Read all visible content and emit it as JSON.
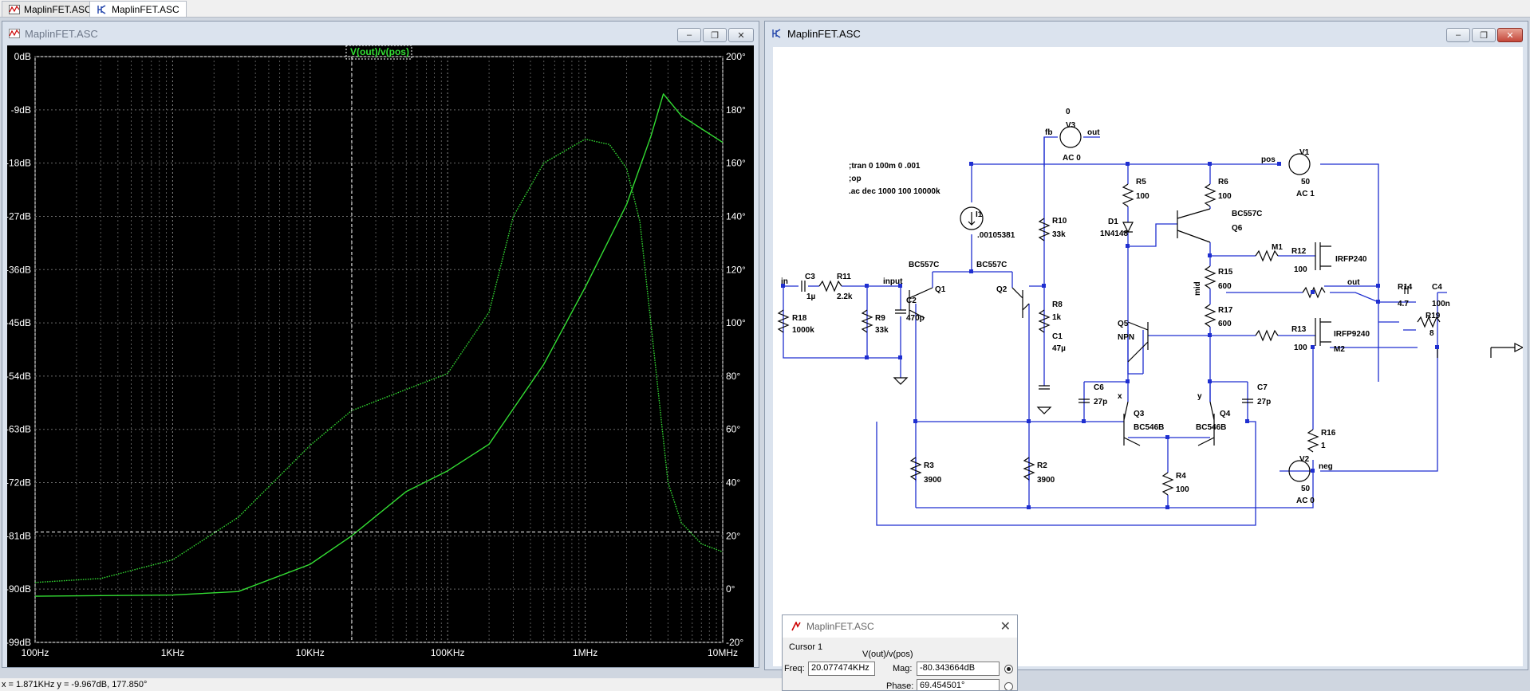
{
  "tabs": [
    {
      "label": "MaplinFET.ASC",
      "icon": "waveform-icon",
      "active": false
    },
    {
      "label": "MaplinFET.ASC",
      "icon": "schematic-icon",
      "active": true
    }
  ],
  "waveform_window": {
    "title": "MaplinFET.ASC"
  },
  "schematic_window": {
    "title": "MaplinFET.ASC"
  },
  "window_buttons": {
    "minimize": "–",
    "restore": "❐",
    "close": "✕"
  },
  "chart_data": {
    "type": "line",
    "trace_label": "V(out)/v(pos)",
    "x_scale": "log",
    "xlim": [
      100,
      10000000
    ],
    "x_ticks": [
      {
        "value": 100,
        "label": "100Hz"
      },
      {
        "value": 1000,
        "label": "1KHz"
      },
      {
        "value": 10000,
        "label": "10KHz"
      },
      {
        "value": 100000,
        "label": "100KHz"
      },
      {
        "value": 1000000,
        "label": "1MHz"
      },
      {
        "value": 10000000,
        "label": "10MHz"
      }
    ],
    "left_axis": {
      "unit": "dB",
      "ylim": [
        -99,
        0
      ],
      "ticks": [
        "0dB",
        "-9dB",
        "-18dB",
        "-27dB",
        "-36dB",
        "-45dB",
        "-54dB",
        "-63dB",
        "-72dB",
        "-81dB",
        "-90dB",
        "-99dB"
      ]
    },
    "right_axis": {
      "unit": "°",
      "ylim": [
        -20,
        200
      ],
      "ticks": [
        "200°",
        "180°",
        "160°",
        "140°",
        "120°",
        "100°",
        "80°",
        "60°",
        "40°",
        "20°",
        "0°",
        "-20°"
      ]
    },
    "series": [
      {
        "name": "magnitude",
        "color": "#33dd33",
        "dashed": false,
        "x": [
          100,
          300,
          1000,
          3000,
          10000,
          20000,
          50000,
          100000,
          200000,
          500000,
          1000000,
          2000000,
          3000000,
          3700000,
          5000000,
          10000000
        ],
        "y": [
          -91.2,
          -91.1,
          -91.0,
          -90.4,
          -85.8,
          -81.0,
          -73.5,
          -70.0,
          -65.5,
          -52.0,
          -39.0,
          -25.0,
          -13.5,
          -6.3,
          -10.0,
          -14.5
        ]
      },
      {
        "name": "phase",
        "color": "#33dd33",
        "dashed": true,
        "x": [
          100,
          300,
          1000,
          3000,
          10000,
          20000,
          50000,
          100000,
          200000,
          300000,
          500000,
          1000000,
          1500000,
          2000000,
          2500000,
          3000000,
          4000000,
          5000000,
          7000000,
          10000000
        ],
        "y": [
          2.5,
          4,
          11,
          27,
          54,
          67,
          75,
          81,
          104,
          140,
          160,
          169,
          167,
          158,
          138,
          100,
          40,
          25,
          17,
          14
        ]
      }
    ],
    "cursor": {
      "x": 20077,
      "y_db": -80.34
    }
  },
  "cursor_dialog": {
    "title": "MaplinFET.ASC",
    "cursor_label": "Cursor 1",
    "trace": "V(out)/v(pos)",
    "freq_label": "Freq:",
    "freq_value": "20.077474KHz",
    "mag_label": "Mag:",
    "mag_value": "-80.343664dB",
    "phase_label": "Phase:",
    "phase_value": "69.454501°",
    "close": "✕"
  },
  "status": {
    "text": "x = 1.871KHz    y = -9.967dB, 177.850°"
  },
  "schematic": {
    "directives": [
      ";tran 0 100m 0 .001",
      ";op",
      ".ac dec 1000 100 10000k"
    ],
    "labels": {
      "in": "in",
      "input": "input",
      "fb": "fb",
      "out_v3": "out",
      "pos": "pos",
      "out": "out",
      "neg": "neg",
      "mid": "mid",
      "x": "x",
      "y": "y",
      "zero": "0"
    },
    "components": {
      "V3": [
        "V3",
        "AC 0"
      ],
      "V1": [
        "V1",
        "50",
        "AC 1"
      ],
      "V2": [
        "V2",
        "50",
        "AC 0"
      ],
      "I1": [
        "I1",
        ".00105381"
      ],
      "R5": [
        "R5",
        "100"
      ],
      "R6": [
        "R6",
        "100"
      ],
      "R10": [
        "R10",
        "33k"
      ],
      "R8": [
        "R8",
        "1k"
      ],
      "R11": [
        "R11",
        "2.2k"
      ],
      "R18": [
        "R18",
        "1000k"
      ],
      "R9": [
        "R9",
        "33k"
      ],
      "R12": [
        "R12",
        "100"
      ],
      "R13": [
        "R13",
        "100"
      ],
      "R14": [
        "R14",
        "4.7"
      ],
      "R15": [
        "R15",
        "600"
      ],
      "R17": [
        "R17",
        "600"
      ],
      "R19": [
        "R19",
        "8"
      ],
      "R16": [
        "R16",
        "1"
      ],
      "R3": [
        "R3",
        "3900"
      ],
      "R2": [
        "R2",
        "3900"
      ],
      "R4": [
        "R4",
        "100"
      ],
      "C3": [
        "C3",
        "1µ"
      ],
      "C2": [
        "C2",
        "470p"
      ],
      "C1": [
        "C1",
        "47µ"
      ],
      "C4": [
        "C4",
        "100n"
      ],
      "C6": [
        "C6",
        "27p"
      ],
      "C7": [
        "C7",
        "27p"
      ],
      "D1": [
        "D1",
        "1N4148"
      ],
      "Q1": [
        "Q1",
        "BC557C"
      ],
      "Q2": [
        "Q2",
        "BC557C"
      ],
      "Q3": [
        "Q3",
        "BC546B"
      ],
      "Q4": [
        "Q4",
        "BC546B"
      ],
      "Q5": [
        "Q5",
        "NPN"
      ],
      "Q6": [
        "BC557C",
        "Q6"
      ],
      "M1": [
        "M1",
        "IRFP240"
      ],
      "M2": [
        "IRFP9240",
        "M2"
      ]
    }
  }
}
